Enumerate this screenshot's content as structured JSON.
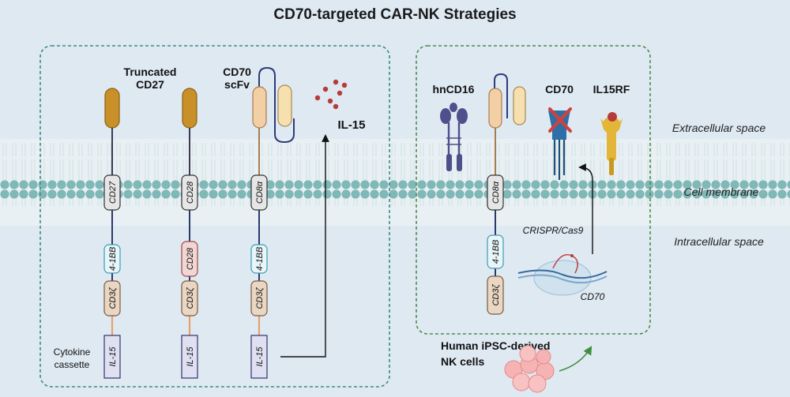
{
  "title": "CD70-targeted CAR-NK Strategies",
  "regions": {
    "extracellular": "Extracellular space",
    "membrane": "Cell membrane",
    "intracellular": "Intracellular space"
  },
  "left_panel": {
    "constructs": [
      {
        "header": [
          "Truncated",
          "CD27"
        ],
        "domains": [
          "CD27",
          "4-1BB",
          "CD3ζ",
          "IL-15"
        ]
      },
      {
        "header": [],
        "domains": [
          "CD28",
          "CD28",
          "CD3ζ",
          "IL-15"
        ]
      },
      {
        "header": [
          "CD70",
          "scFv"
        ],
        "domains": [
          "CD8α",
          "4-1BB",
          "CD3ζ",
          "IL-15"
        ]
      }
    ],
    "cytokine_label": [
      "Cytokine",
      "cassette"
    ],
    "secreted_label": "IL-15"
  },
  "right_panel": {
    "receptors": [
      {
        "label": "hnCD16",
        "icon": "cd16-receptor-icon"
      },
      {
        "label": "",
        "icon": "car-receptor-icon"
      },
      {
        "label": "CD70",
        "icon": "cd70-knockout-icon"
      },
      {
        "label": "IL15RF",
        "icon": "il15rf-receptor-icon"
      }
    ],
    "car_domains": [
      "CD8α",
      "4-1BB",
      "CD3ζ"
    ],
    "crispr_label": "CRISPR/Cas9",
    "gene_label": "CD70",
    "cell_label": [
      "Human iPSC-derived",
      "NK cells"
    ]
  },
  "colors": {
    "background": "#dfe9f2",
    "membrane_head": "#7fb8b6",
    "panel_border": "#3d8a8a",
    "right_border": "#4f8b4f",
    "cd27_gold": "#c9902a",
    "scfv_peach": "#f3cfa5",
    "cd70_blue": "#2d6fa6",
    "knockout_red": "#d2413a",
    "il15_red": "#b83a3a",
    "il15rf_yellow": "#e3b63a",
    "cd16_purple": "#4f4f8c",
    "arrow_green": "#3e8e3e"
  }
}
